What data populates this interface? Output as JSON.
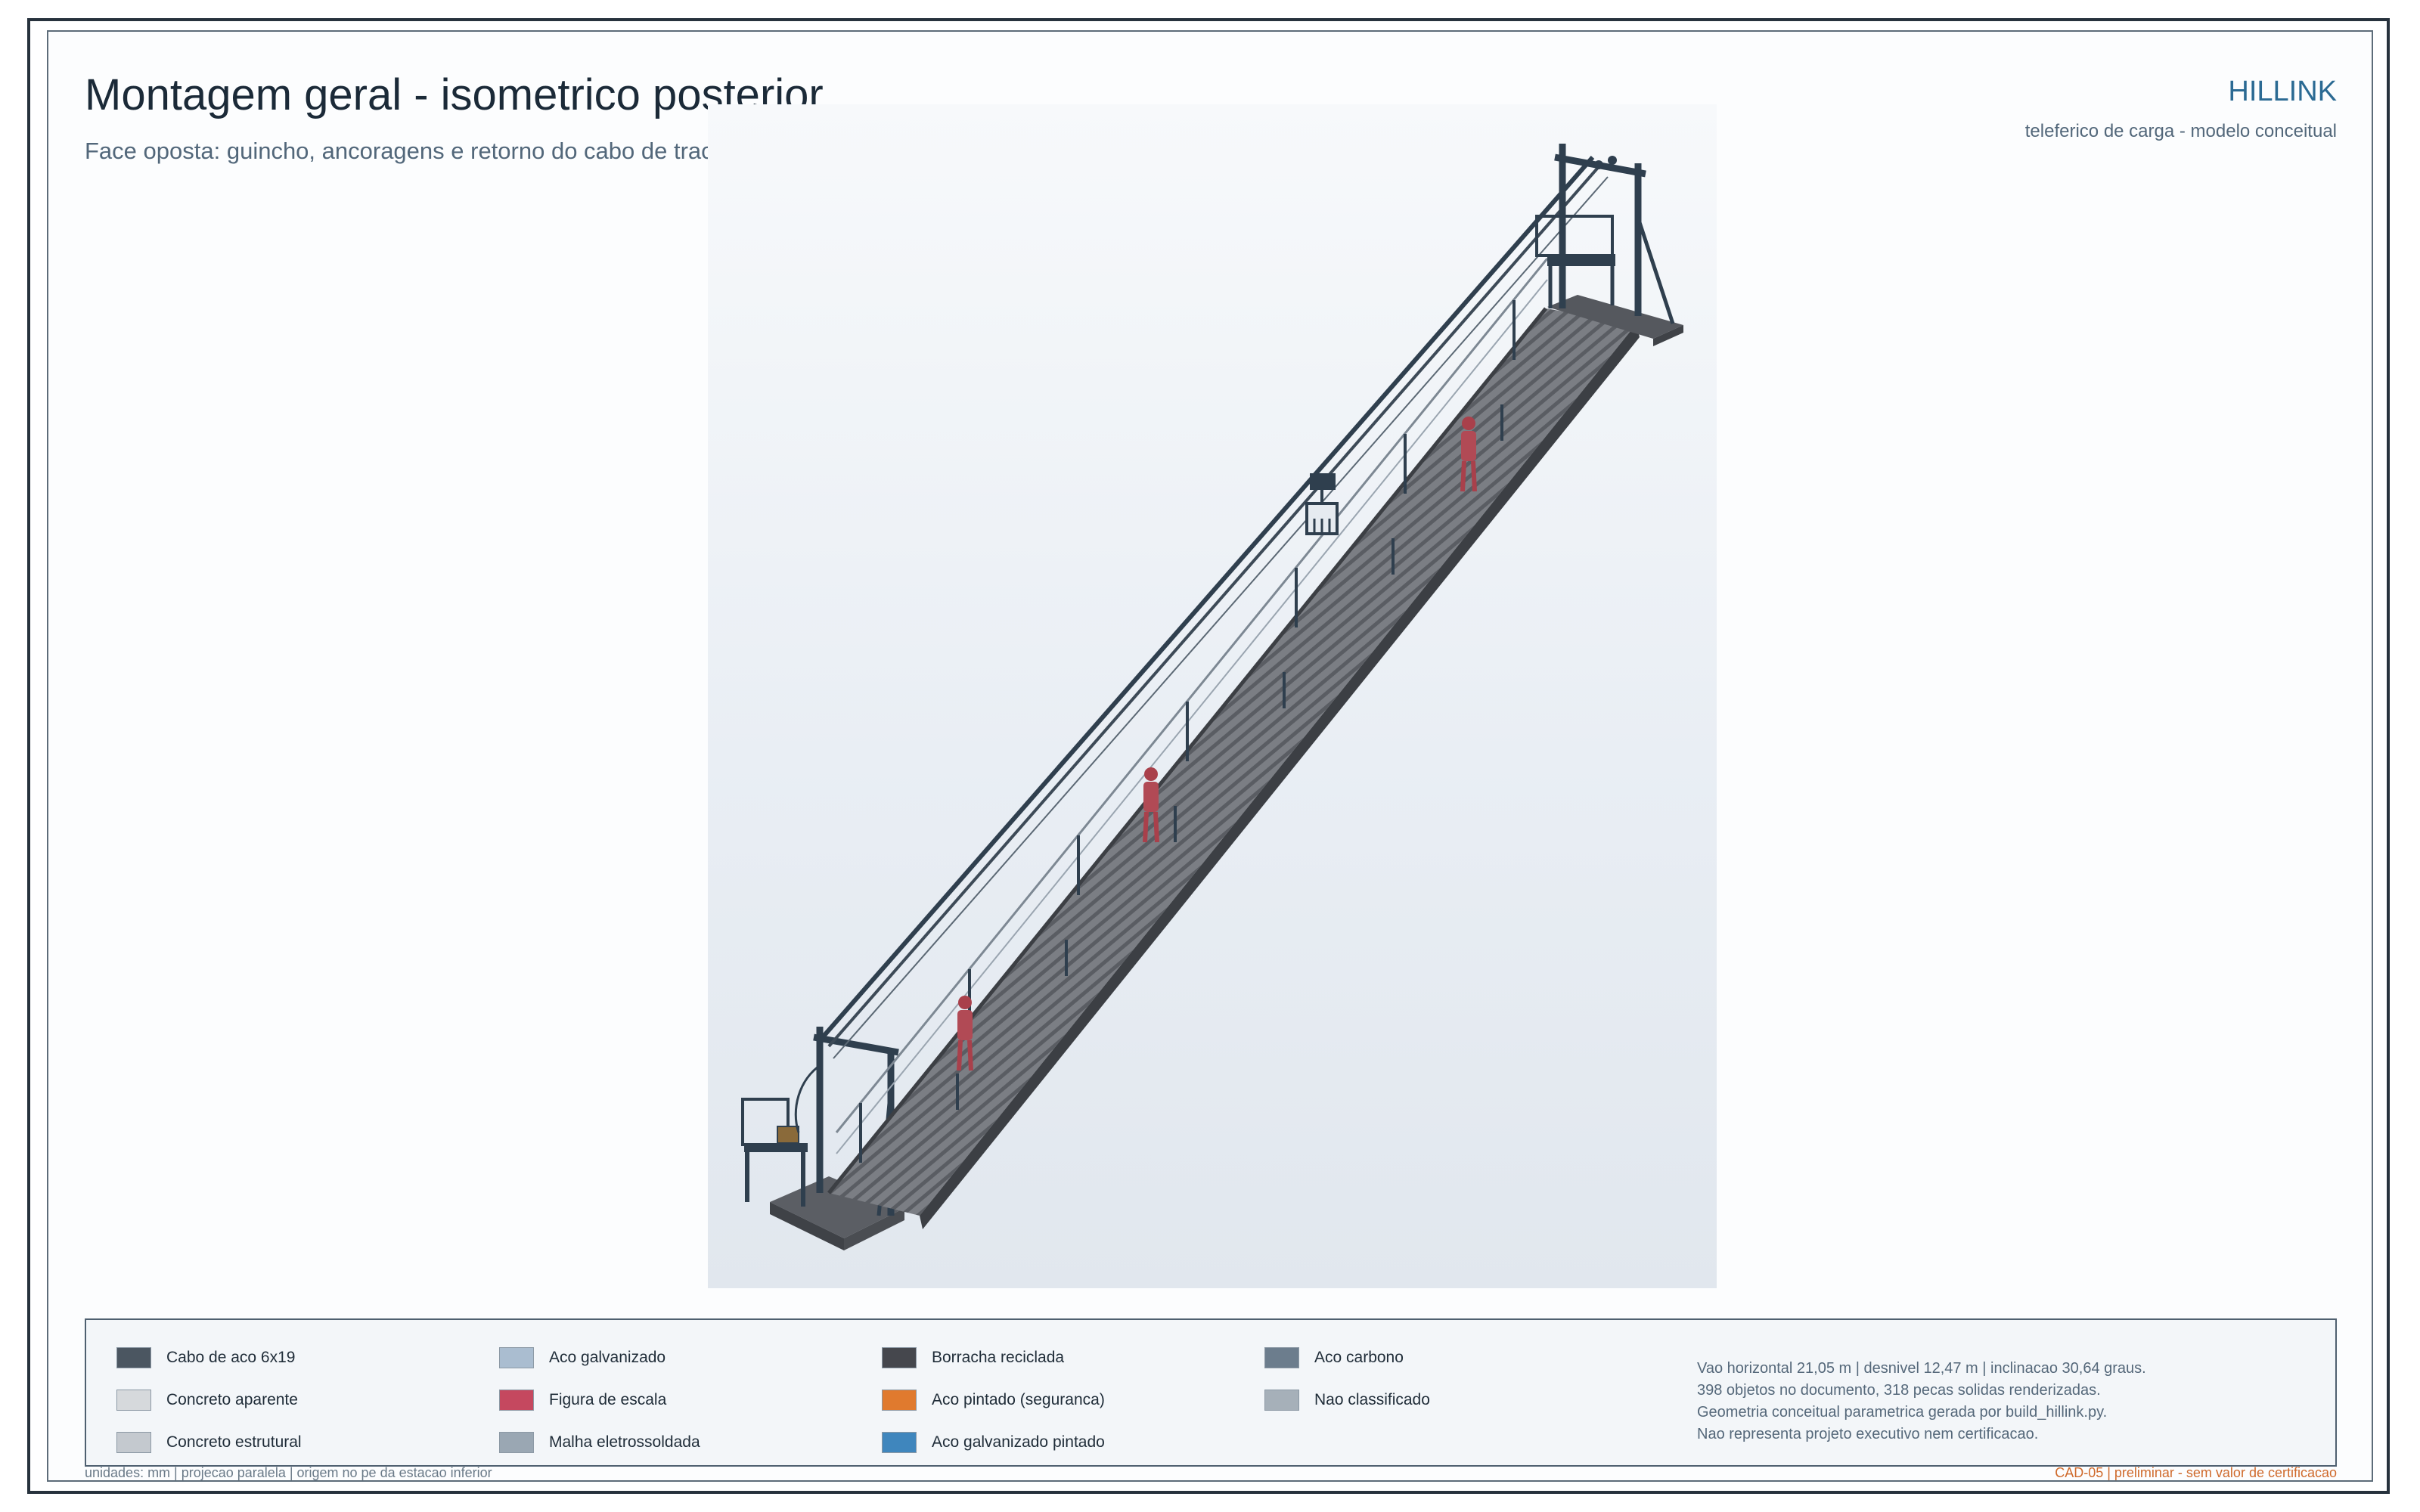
{
  "header": {
    "title": "Montagem geral - isometrico posterior",
    "subtitle": "Face oposta: guincho, ancoragens e retorno do cabo de tracao",
    "brand": "HILLINK",
    "brand_subtitle": "teleferico de carga - modelo conceitual"
  },
  "legend": {
    "items": [
      {
        "label": "Cabo de aco 6x19",
        "color": "#4b5661"
      },
      {
        "label": "Aco galvanizado",
        "color": "#aabdd0"
      },
      {
        "label": "Borracha reciclada",
        "color": "#45474d"
      },
      {
        "label": "Aco carbono",
        "color": "#6c7d8d"
      },
      {
        "label": "Concreto aparente",
        "color": "#d6d9dc"
      },
      {
        "label": "Figura de escala",
        "color": "#c5485f"
      },
      {
        "label": "Aco pintado (seguranca)",
        "color": "#e07a2e"
      },
      {
        "label": "Nao classificado",
        "color": "#a6b0b9"
      },
      {
        "label": "Concreto estrutural",
        "color": "#c4c9cf"
      },
      {
        "label": "Malha eletrossoldada",
        "color": "#9aa7b3"
      },
      {
        "label": "Aco galvanizado pintado",
        "color": "#3f86bd"
      }
    ]
  },
  "notes": [
    "Vao horizontal 21,05 m | desnivel 12,47 m | inclinacao 30,64 graus.",
    "398 objetos no documento, 318 pecas solidas renderizadas.",
    "Geometria conceitual parametrica gerada por build_hillink.py.",
    "Nao representa projeto executivo nem certificacao."
  ],
  "footer": {
    "left": "unidades: mm  |  projecao paralela  |  origem no pe da estacao inferior",
    "right": "CAD-05  |  preliminar - sem valor de certificacao"
  },
  "colors": {
    "steel": "#2f3f4e",
    "stair": "#6d7076",
    "figure": "#a9404b",
    "accent_orange": "#e07a2e"
  }
}
